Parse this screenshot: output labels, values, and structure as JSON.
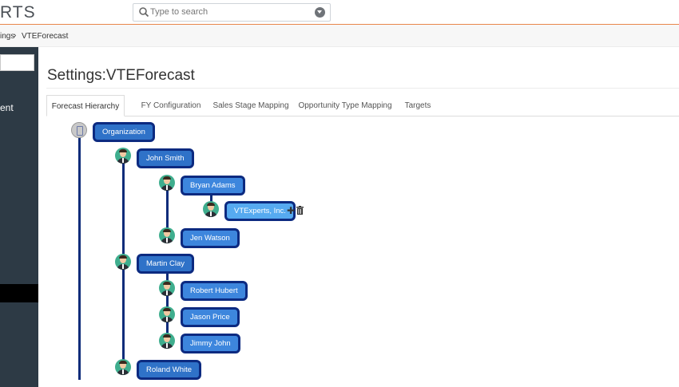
{
  "header": {
    "logo_text": "RTS",
    "search_placeholder": "Type to search"
  },
  "breadcrumb": {
    "parent": "ings",
    "separator": "›",
    "current": "VTEForecast"
  },
  "sidebar": {
    "partial_text": "ent"
  },
  "page": {
    "title": "Settings:VTEForecast"
  },
  "tabs": [
    {
      "label": "Forecast Hierarchy",
      "active": true
    },
    {
      "label": "FY Configuration",
      "active": false
    },
    {
      "label": "Sales Stage Mapping",
      "active": false
    },
    {
      "label": "Opportunity Type Mapping",
      "active": false
    },
    {
      "label": "Targets",
      "active": false
    }
  ],
  "hierarchy": {
    "root": "Organization",
    "nodes": [
      {
        "label": "John Smith"
      },
      {
        "label": "Bryan Adams"
      },
      {
        "label": "VTExperts, Inc."
      },
      {
        "label": "Jen Watson"
      },
      {
        "label": "Martin Clay"
      },
      {
        "label": "Robert Hubert"
      },
      {
        "label": "Jason Price"
      },
      {
        "label": "Jimmy John"
      },
      {
        "label": "Roland White"
      }
    ],
    "actions": {
      "add_glyph": "✚",
      "delete_glyph": "🗑"
    }
  },
  "colors": {
    "accent_line": "#e8864a",
    "sidebar_bg": "#2d3a45",
    "node_border": "#0c2a80",
    "node_level1": "#2f72c8",
    "node_level2": "#3d86dd",
    "node_level3": "#56aaf0"
  }
}
